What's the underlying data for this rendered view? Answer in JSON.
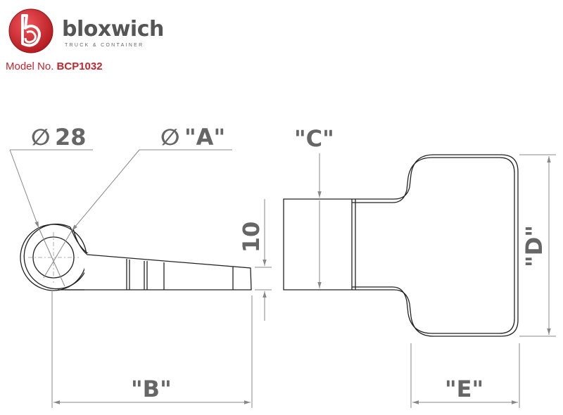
{
  "brand": {
    "logo_letter": "b",
    "name": "bloxwich",
    "tagline": "TRUCK & CONTAINER",
    "accent_color": "#c0272d"
  },
  "model": {
    "label": "Model No.",
    "number": "BCP1032"
  },
  "dimensions": {
    "hole_diameter_symbol": "∅",
    "hole_diameter_value": "28",
    "boss_diameter_symbol": "∅",
    "boss_diameter_value": "\"A\"",
    "length": "\"B\"",
    "width": "\"C\"",
    "height": "\"D\"",
    "tab_length": "\"E\"",
    "thickness": "10"
  }
}
